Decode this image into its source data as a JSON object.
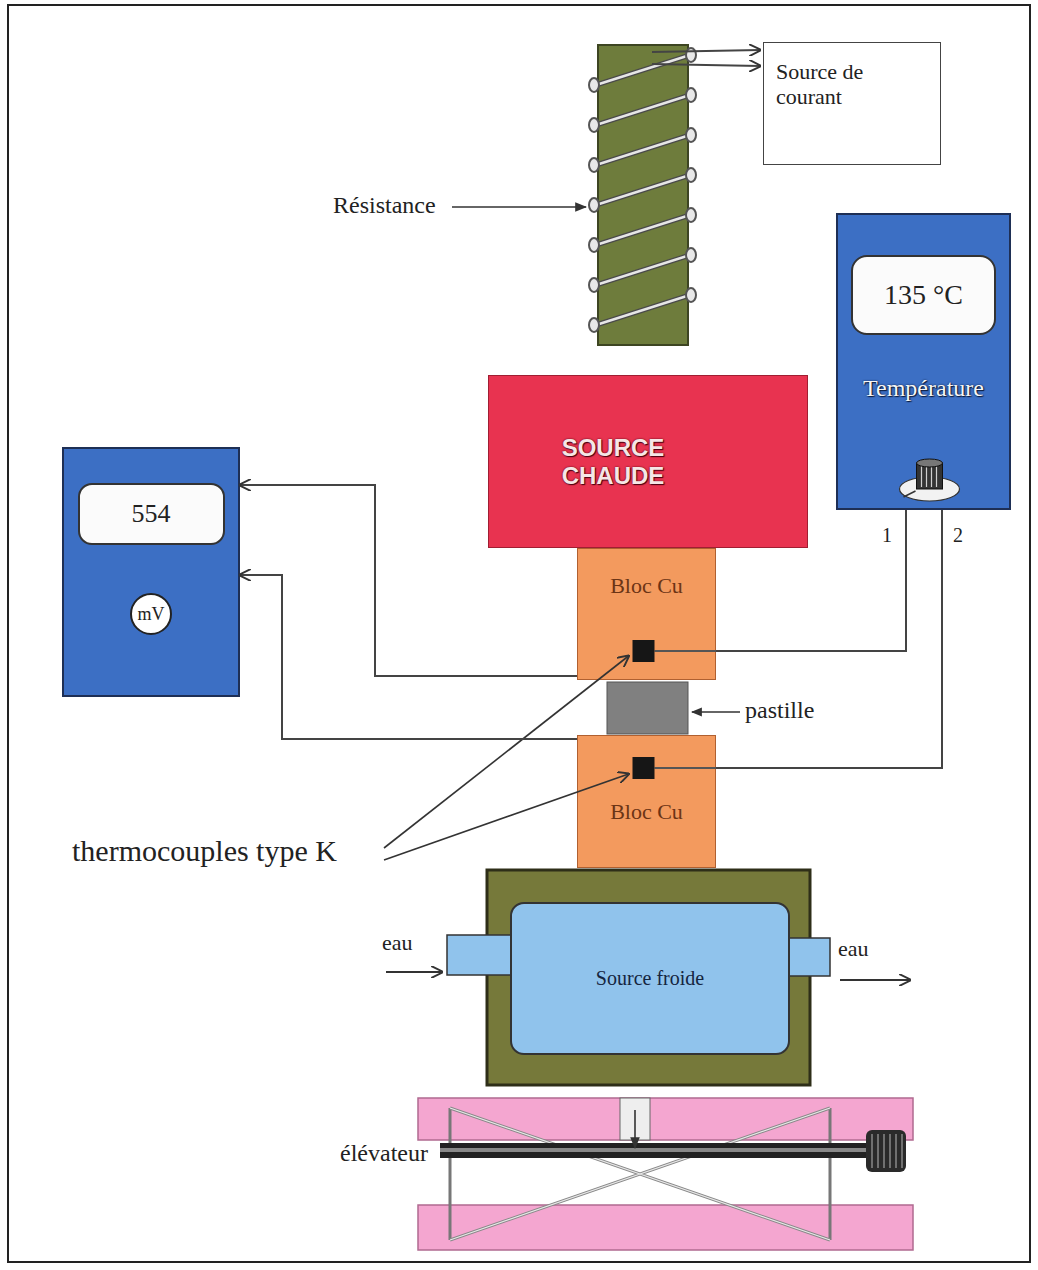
{
  "diagram": {
    "nodes": [
      {
        "text": [
          "Source de courant"
        ]
      },
      {
        "text": [
          "135 °C",
          "Température"
        ]
      },
      {
        "text": [
          "SOURCE CHAUDE"
        ]
      },
      {
        "text": [
          "554",
          "mV"
        ]
      },
      {
        "text": [
          "Bloc Cu"
        ]
      },
      {
        "text": [
          "Bloc Cu"
        ]
      },
      {
        "text": [
          "Source froide"
        ]
      }
    ],
    "edges": [
      {
        "from": 4,
        "to": 3,
        "arrow": "to"
      },
      {
        "from": 5,
        "to": 3,
        "arrow": "to"
      },
      {
        "from": 1,
        "to": 4,
        "arrow": "none"
      },
      {
        "from": 1,
        "to": 5,
        "arrow": "none"
      }
    ],
    "labels": [
      "Résistance",
      "pastille",
      "thermocouples type K",
      "eau",
      "eau",
      "élévateur",
      "1",
      "2"
    ]
  }
}
